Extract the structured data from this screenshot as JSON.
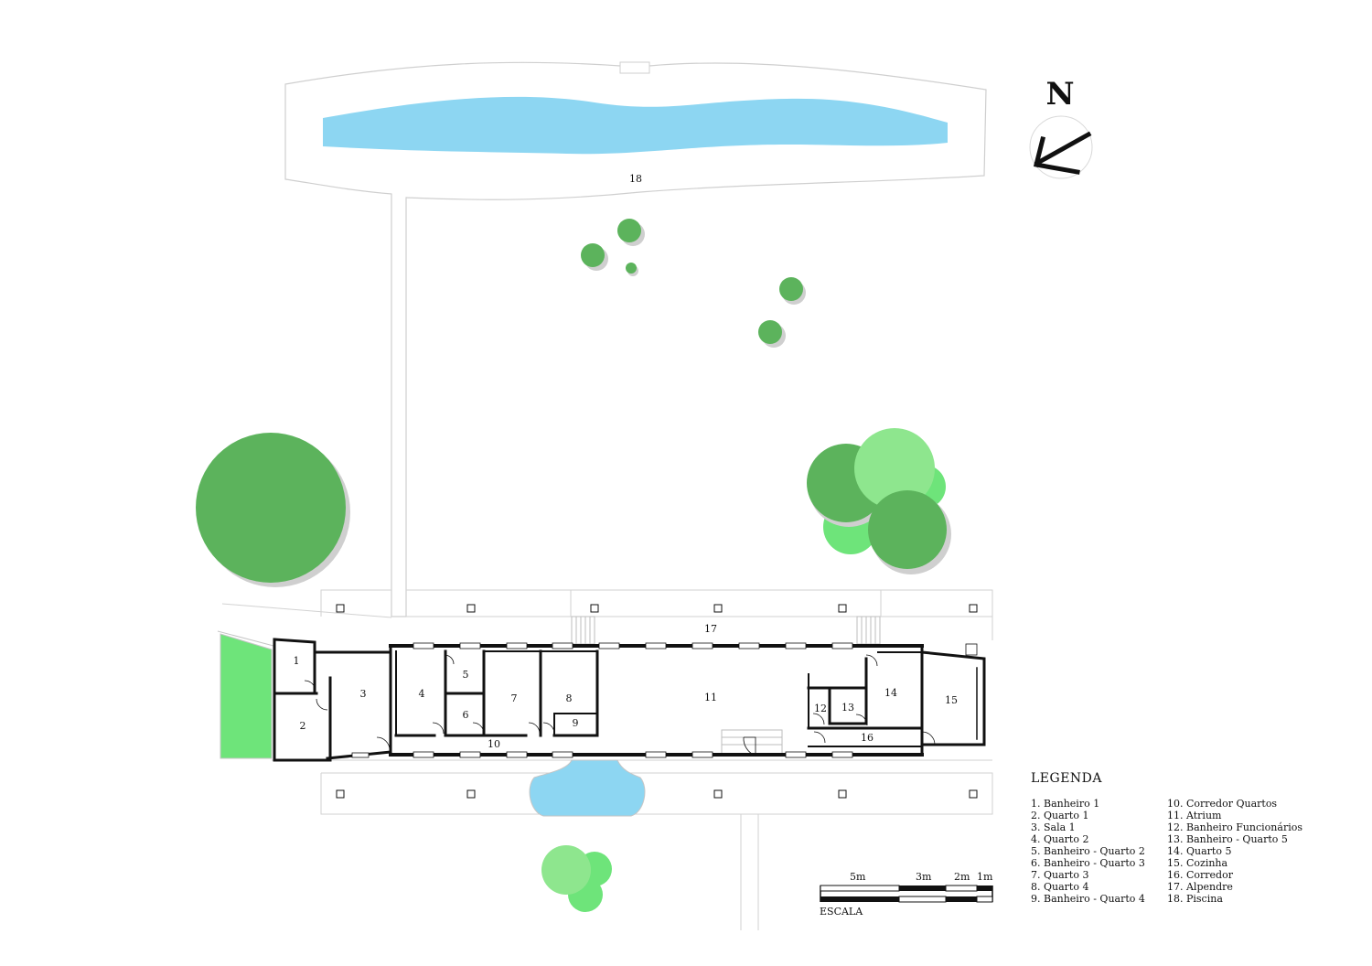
{
  "north_label": "N",
  "colors": {
    "wall": "#111111",
    "water": "#8dd6f2",
    "tree_dark": "#5cb35c",
    "tree_light": "#8ee68e",
    "tree_bright": "#6ee47a",
    "garden": "#6ee47a",
    "outline": "#cfcfcf"
  },
  "room_labels": {
    "r1": "1",
    "r2": "2",
    "r3": "3",
    "r4": "4",
    "r5": "5",
    "r6": "6",
    "r7": "7",
    "r8": "8",
    "r9": "9",
    "r10": "10",
    "r11": "11",
    "r12": "12",
    "r13": "13",
    "r14": "14",
    "r15": "15",
    "r16": "16",
    "r17": "17",
    "r18": "18"
  },
  "legend": {
    "title": "LEGENDA",
    "items": [
      "1. Banheiro 1",
      "2. Quarto 1",
      "3. Sala 1",
      "4. Quarto 2",
      "5. Banheiro - Quarto 2",
      "6. Banheiro - Quarto 3",
      "7. Quarto 3",
      "8. Quarto 4",
      "9. Banheiro - Quarto 4",
      "10. Corredor Quartos",
      "11. Atrium",
      "12. Banheiro Funcionários",
      "13. Banheiro - Quarto 5",
      "14. Quarto 5",
      "15. Cozinha",
      "16. Corredor",
      "17. Alpendre",
      "18. Piscina"
    ]
  },
  "scale": {
    "title": "ESCALA",
    "labels": [
      "5m",
      "3m",
      "2m",
      "1m"
    ]
  }
}
